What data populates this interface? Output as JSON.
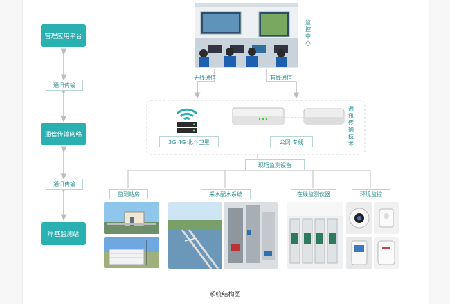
{
  "left_column": {
    "management_platform": "管理应用平台",
    "comm_1": "通讯传输",
    "network": "通信传输网络",
    "comm_2": "通讯传输",
    "shore_station": "岸基监测站"
  },
  "top": {
    "monitor_center": "监控中心",
    "wireless": "无线通信",
    "wired": "有线通信"
  },
  "middle": {
    "wireless_options": "3G  4G  北斗卫星",
    "wired_options": "公网  专线",
    "comm_tech": "通讯传输技术"
  },
  "field": {
    "title": "现场监测设备",
    "categories": [
      "监测站房",
      "采水配水系统",
      "在线监测仪器",
      "环境监控"
    ]
  },
  "caption": "系统结构图",
  "colors": {
    "accent": "#2ab0b1",
    "line": "#c8c8c8",
    "border": "#b9d6d7"
  }
}
